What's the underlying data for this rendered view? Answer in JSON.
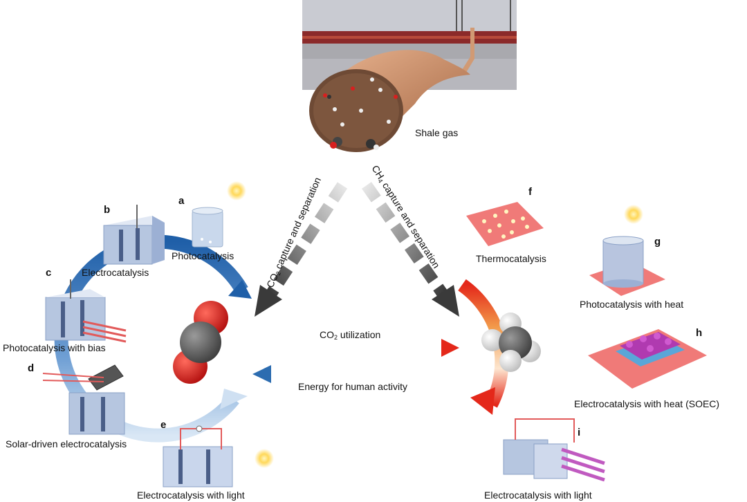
{
  "labels": {
    "shale_gas": "Shale gas",
    "co2_path": {
      "pre": "CO",
      "sub": "2",
      "post": " capture and separation"
    },
    "ch4_path": {
      "pre": "CH",
      "sub": "4",
      "post": " capture and separation"
    },
    "co2_utilization": {
      "pre": "CO",
      "sub": "2",
      "post": " utilization"
    },
    "energy": "Energy for human activity"
  },
  "panels": {
    "a": {
      "letter": "a",
      "label": "Photocatalysis"
    },
    "b": {
      "letter": "b",
      "label": "Electrocatalysis"
    },
    "c": {
      "letter": "c",
      "label": "Photocatalysis with bias"
    },
    "d": {
      "letter": "d",
      "label": "Solar-driven electrocatalysis"
    },
    "e": {
      "letter": "e",
      "label": "Electrocatalysis with light"
    },
    "f": {
      "letter": "f",
      "label": "Thermocatalysis"
    },
    "g": {
      "letter": "g",
      "label": "Photocatalysis with heat"
    },
    "h": {
      "letter": "h",
      "label": "Electrocatalysis with heat (SOEC)"
    },
    "i": {
      "letter": "i",
      "label": "Electrocatalysis with light"
    }
  },
  "colors": {
    "co2_cycle_blue": "#2c6cb0",
    "ch4_cycle_red": "#e8321e",
    "ch4_cycle_orange": "#f29a4a",
    "carbon": "#5a5a5a",
    "oxygen": "#d81f1f",
    "hydrogen": "#f2f2f2",
    "shale": "#c8906a",
    "catalyst_pad": "#f07a78"
  }
}
